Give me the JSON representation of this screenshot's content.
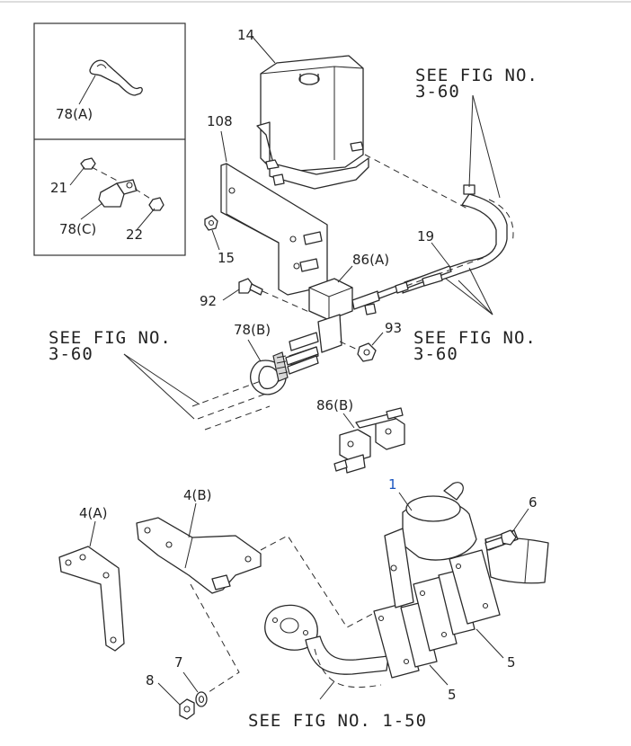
{
  "labels": {
    "p14": "14",
    "p108": "108",
    "p15": "15",
    "p19": "19",
    "p86a": "86(A)",
    "p86b": "86(B)",
    "p92": "92",
    "p93": "93",
    "p78a": "78(A)",
    "p78b": "78(B)",
    "p78c": "78(C)",
    "p21": "21",
    "p22": "22",
    "p1": "1",
    "p6": "6",
    "p4a": "4(A)",
    "p4b": "4(B)",
    "p7": "7",
    "p8": "8",
    "p5_upper": "5",
    "p5_lower": "5"
  },
  "references": {
    "top_right_line1": "SEE FIG NO.",
    "top_right_line2": "3-60",
    "mid_right_line1": "SEE FIG NO.",
    "mid_right_line2": "3-60",
    "mid_left_line1": "SEE FIG NO.",
    "mid_left_line2": "3-60",
    "bottom": "SEE FIG NO. 1-50"
  },
  "colors": {
    "line": "#2a2a2a",
    "accent_label": "#1a55c0"
  }
}
